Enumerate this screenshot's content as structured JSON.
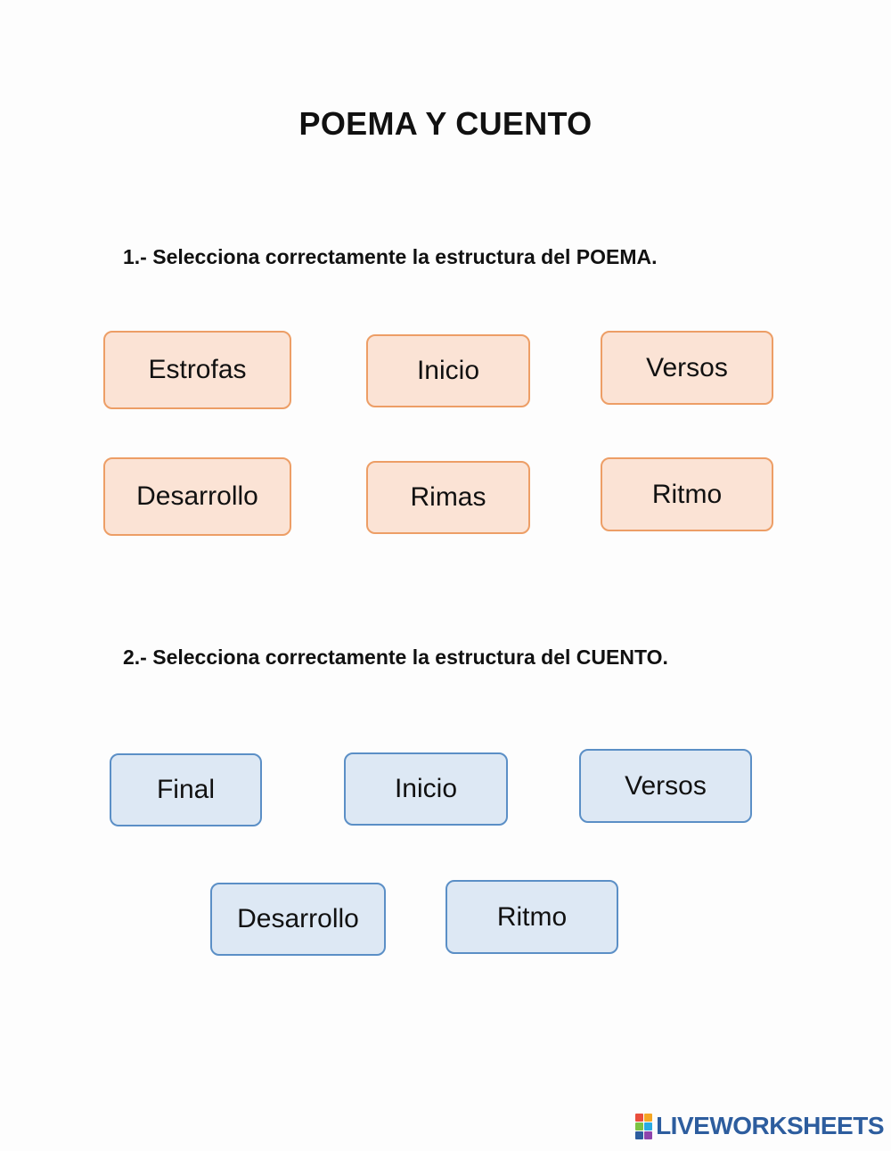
{
  "title": "POEMA Y CUENTO",
  "section1": {
    "question": "1.- Selecciona correctamente la estructura del POEMA.",
    "options": [
      "Estrofas",
      "Inicio",
      "Versos",
      "Desarrollo",
      "Rimas",
      "Ritmo"
    ]
  },
  "section2": {
    "question": "2.- Selecciona correctamente la estructura del CUENTO.",
    "options": [
      "Final",
      "Inicio",
      "Versos",
      "Desarrollo",
      "Ritmo"
    ]
  },
  "footer": {
    "brand": "LIVEWORKSHEETS",
    "logo_colors": [
      "#e94e3c",
      "#f5a623",
      "#7cc242",
      "#29abe2",
      "#2d5d9e",
      "#8e44ad"
    ]
  },
  "colors": {
    "poem_fill": "#fbe3d5",
    "poem_border": "#ed9e66",
    "tale_fill": "#dde8f4",
    "tale_border": "#5b8fc6"
  }
}
